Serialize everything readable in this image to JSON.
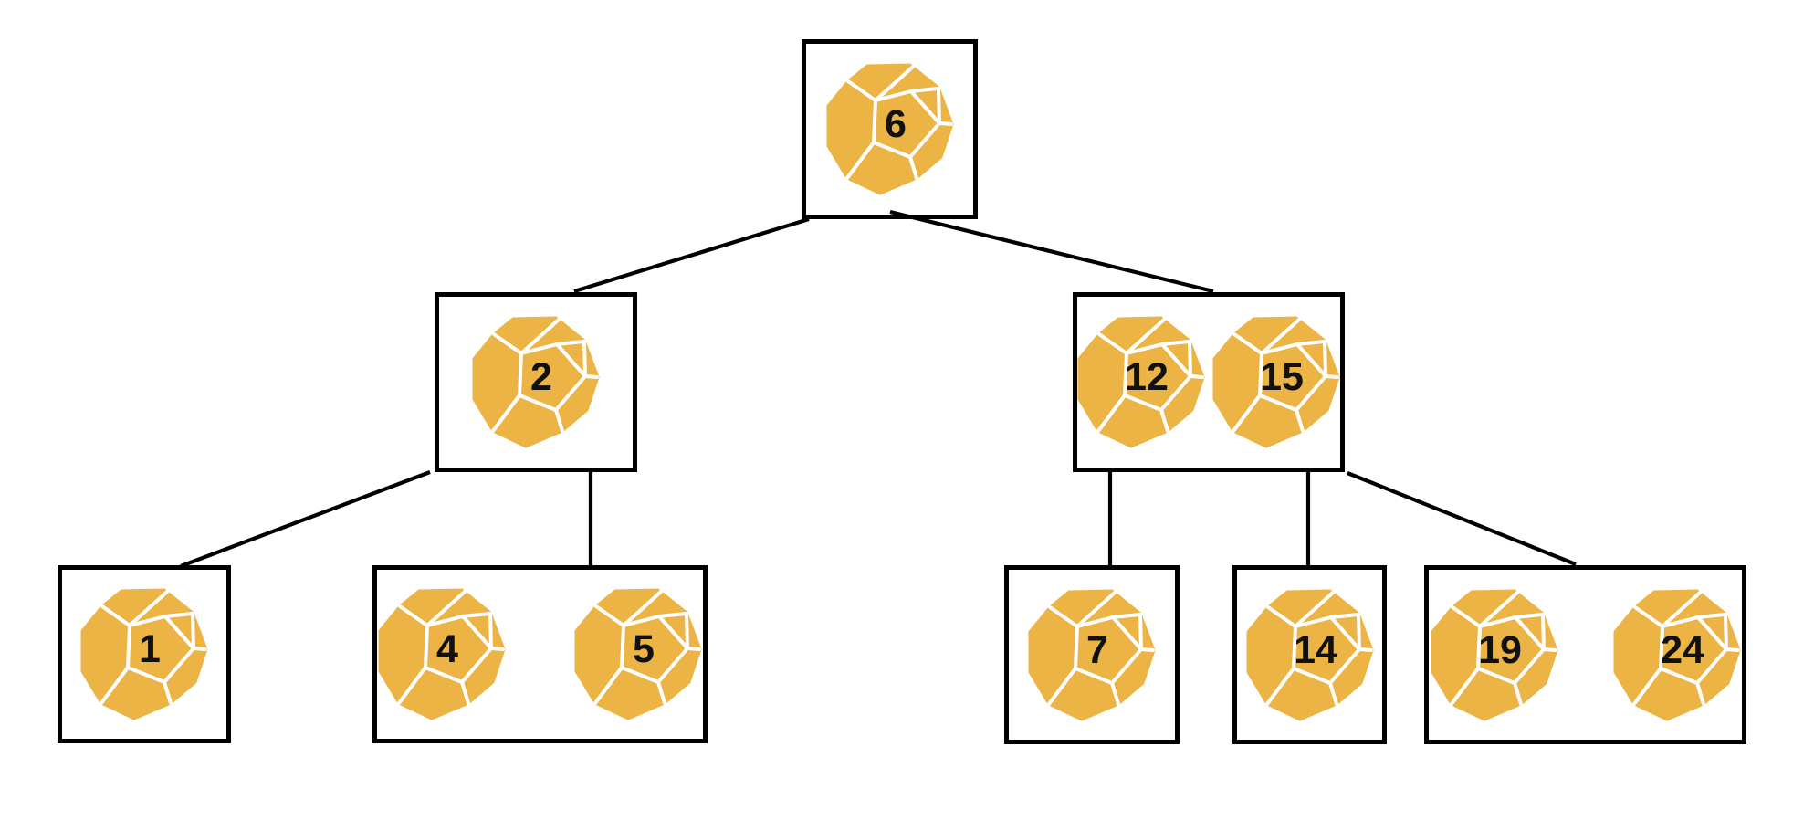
{
  "colors": {
    "die_fill": "#ECB445",
    "die_edge_lines": "#FFFFFF",
    "die_number": "#111111",
    "node_border": "#000000",
    "connector_line": "#000000",
    "background": "#FFFFFF"
  },
  "icons": {
    "die": "d12-dodecahedron-die-icon"
  },
  "tree": {
    "nodes": {
      "root": {
        "keys": [
          "6"
        ]
      },
      "n2": {
        "keys": [
          "2"
        ]
      },
      "n12_15": {
        "keys": [
          "12",
          "15"
        ]
      },
      "n1": {
        "keys": [
          "1"
        ]
      },
      "n4_5": {
        "keys": [
          "4",
          "5"
        ]
      },
      "n7": {
        "keys": [
          "7"
        ]
      },
      "n14": {
        "keys": [
          "14"
        ]
      },
      "n19_24": {
        "keys": [
          "19",
          "24"
        ]
      }
    }
  }
}
